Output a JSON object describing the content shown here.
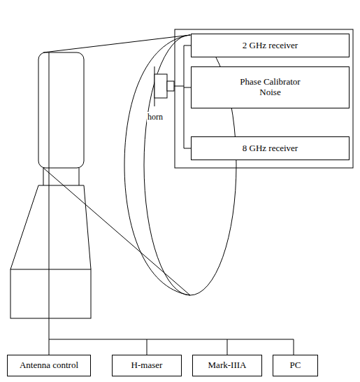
{
  "diagram": {
    "nodes": [
      {
        "text": [
          "2 GHz receiver"
        ]
      },
      {
        "text": [
          "Phase Calibrator Noise"
        ]
      },
      {
        "text": [
          "8 GHz receiver"
        ]
      },
      {
        "text": [
          "Antenna control"
        ]
      },
      {
        "text": [
          "H-maser"
        ]
      },
      {
        "text": [
          "Mark-IIIA"
        ]
      },
      {
        "text": [
          "PC"
        ]
      }
    ],
    "labels": [
      "horn"
    ]
  }
}
